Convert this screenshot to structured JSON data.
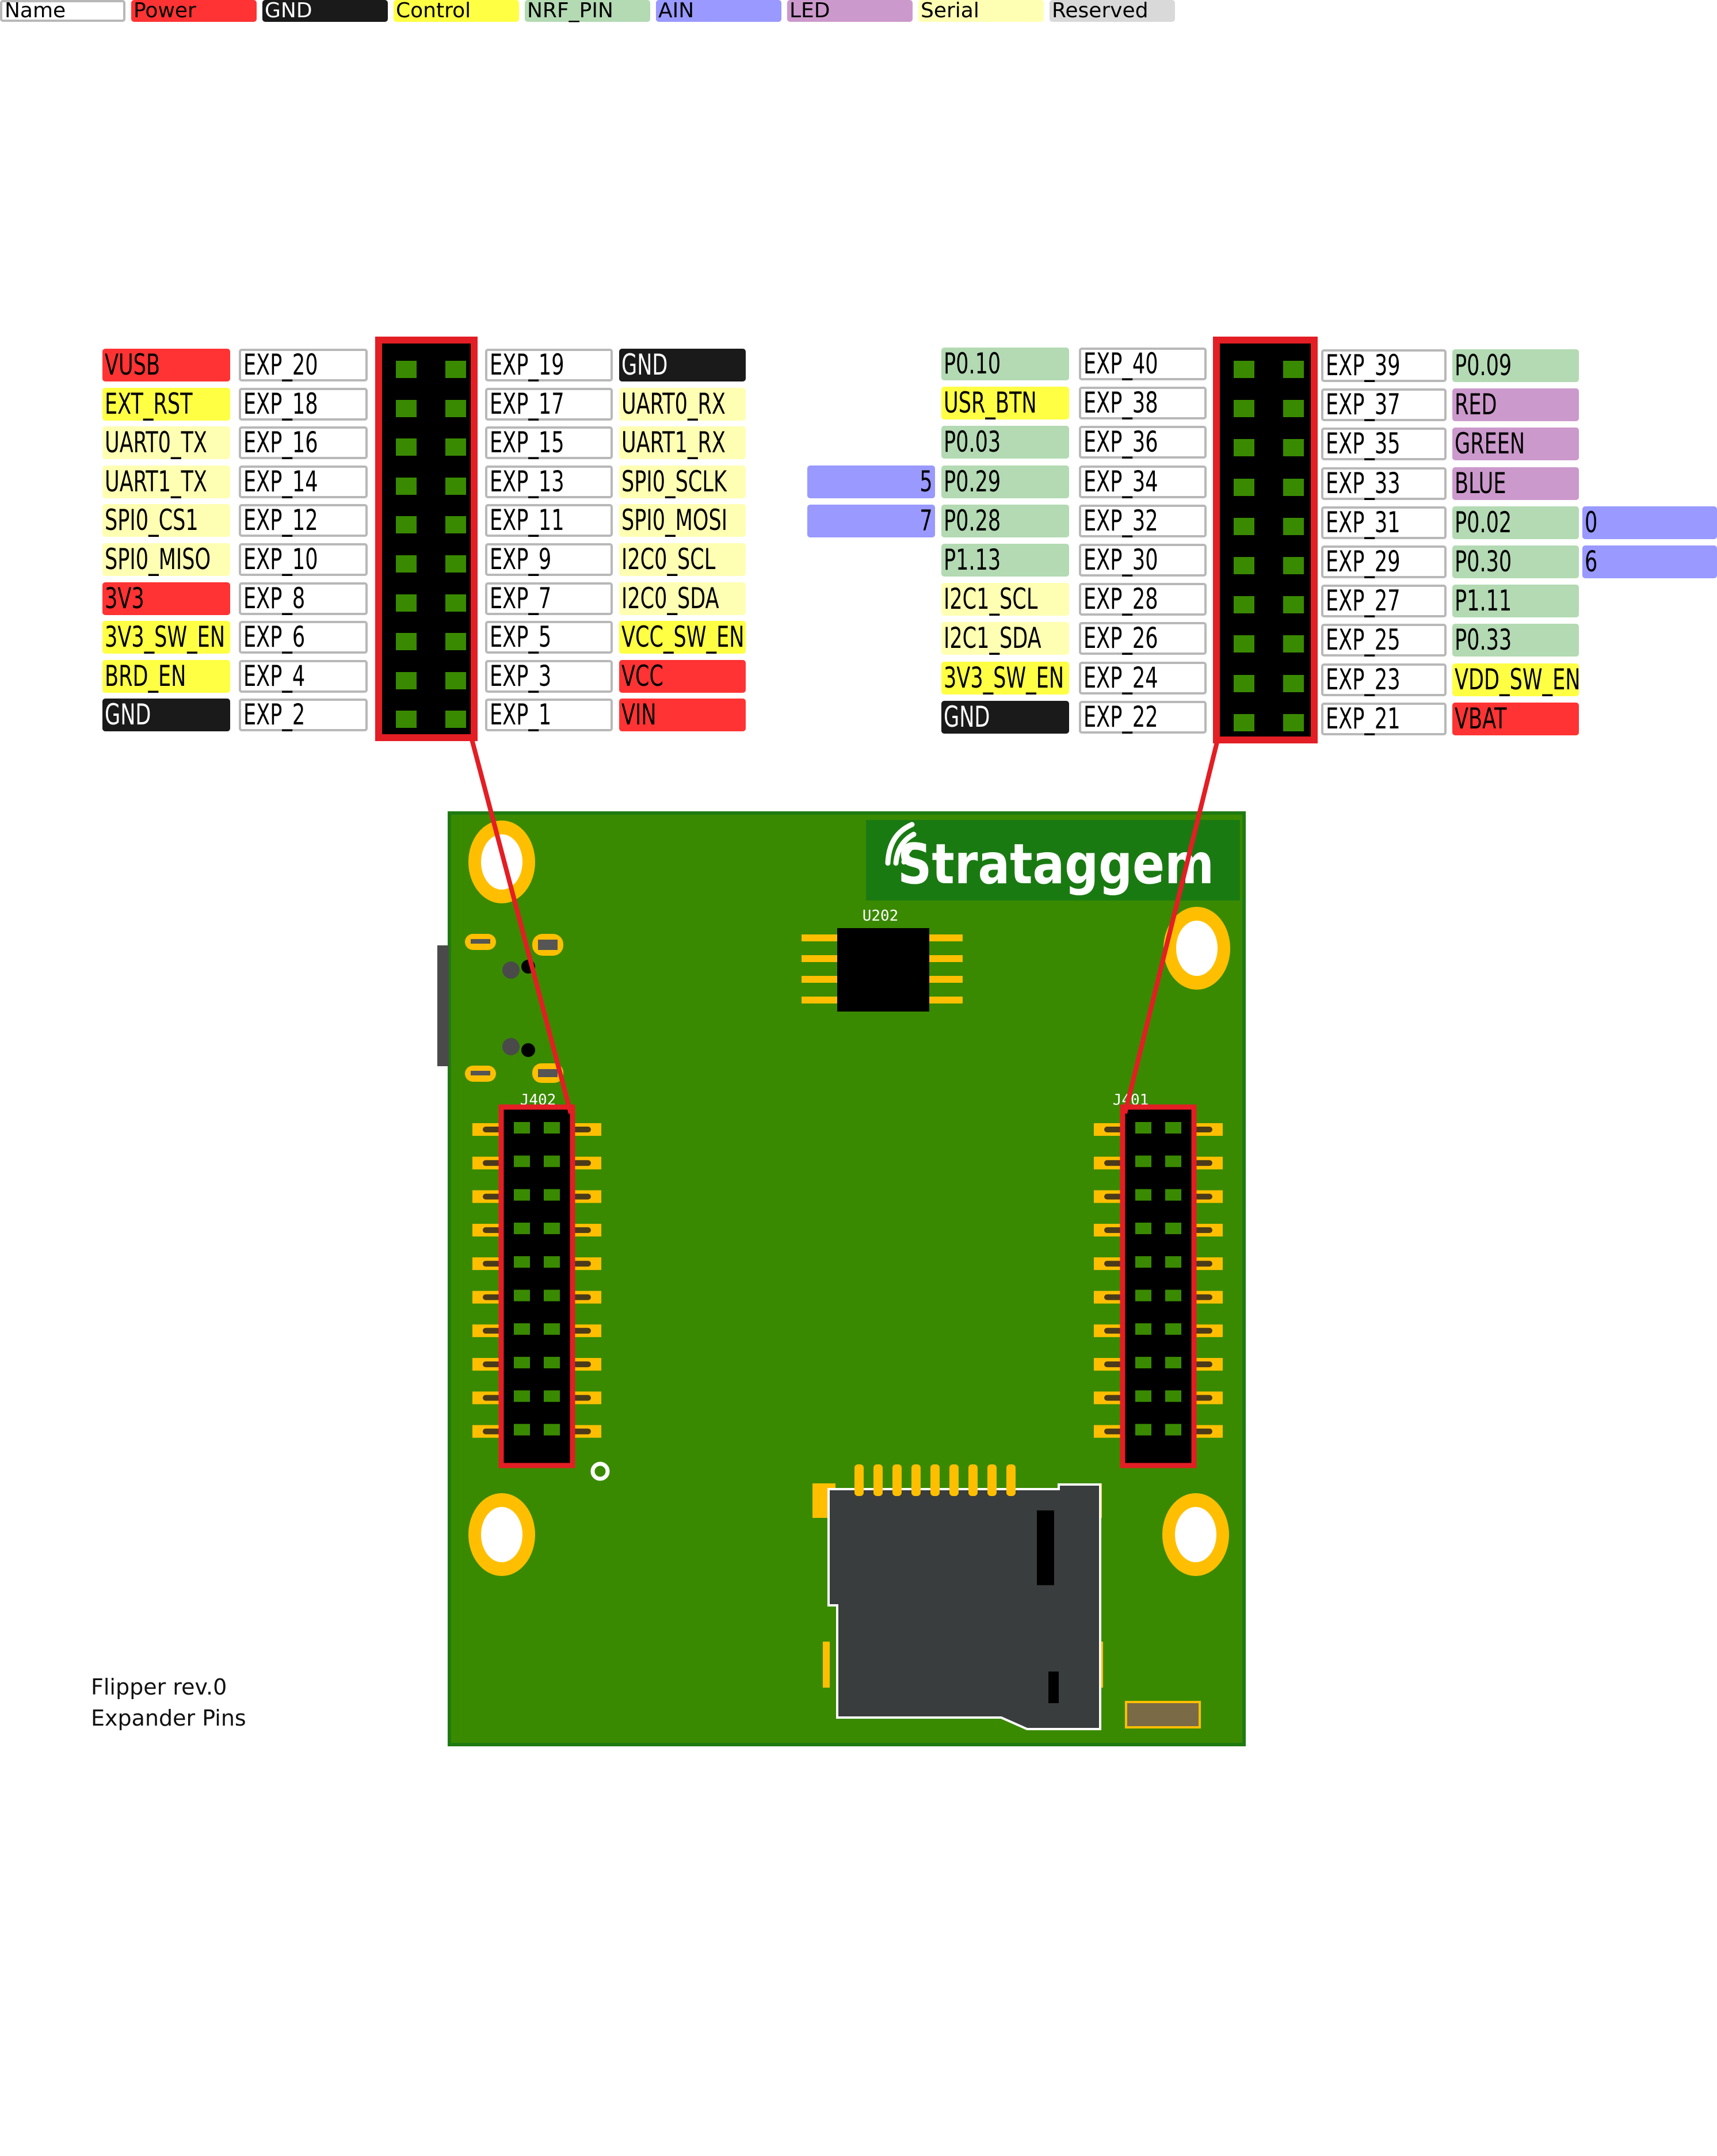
{
  "legend": [
    {
      "label": "Name",
      "bg": "#ffffff",
      "fg": "#000000",
      "border": "#b8b8b8"
    },
    {
      "label": "Power",
      "bg": "#ff3333",
      "fg": "#000000"
    },
    {
      "label": "GND",
      "bg": "#1a1a1a",
      "fg": "#ffffff"
    },
    {
      "label": "Control",
      "bg": "#ffff44",
      "fg": "#000000"
    },
    {
      "label": "NRF_PIN",
      "bg": "#b3dab3",
      "fg": "#000000"
    },
    {
      "label": "AIN",
      "bg": "#9999ff",
      "fg": "#000000"
    },
    {
      "label": "LED",
      "bg": "#cc99cc",
      "fg": "#000000"
    },
    {
      "label": "Serial",
      "bg": "#ffffb3",
      "fg": "#000000"
    },
    {
      "label": "Reserved",
      "bg": "#d9d9d9",
      "fg": "#000000"
    }
  ],
  "colors": {
    "power": "#ff3333",
    "gnd": "#1a1a1a",
    "control": "#ffff44",
    "nrf": "#b3dab3",
    "ain": "#9999ff",
    "led": "#cc99cc",
    "serial": "#ffffb3",
    "reserved": "#d9d9d9",
    "pcb_green": "#3a8a00",
    "header_red": "#e31e24",
    "pad_gold": "#ffbf00"
  },
  "left_header": {
    "name": "J402",
    "rows": [
      {
        "func_left": {
          "text": "VUSB",
          "type": "power"
        },
        "exp_left": "EXP_20",
        "exp_right": "EXP_19",
        "func_right": {
          "text": "GND",
          "type": "gnd"
        }
      },
      {
        "func_left": {
          "text": "EXT_RST",
          "type": "control"
        },
        "exp_left": "EXP_18",
        "exp_right": "EXP_17",
        "func_right": {
          "text": "UART0_RX",
          "type": "serial"
        }
      },
      {
        "func_left": {
          "text": "UART0_TX",
          "type": "serial"
        },
        "exp_left": "EXP_16",
        "exp_right": "EXP_15",
        "func_right": {
          "text": "UART1_RX",
          "type": "serial"
        }
      },
      {
        "func_left": {
          "text": "UART1_TX",
          "type": "serial"
        },
        "exp_left": "EXP_14",
        "exp_right": "EXP_13",
        "func_right": {
          "text": "SPI0_SCLK",
          "type": "serial"
        }
      },
      {
        "func_left": {
          "text": "SPI0_CS1",
          "type": "serial"
        },
        "exp_left": "EXP_12",
        "exp_right": "EXP_11",
        "func_right": {
          "text": "SPI0_MOSI",
          "type": "serial"
        }
      },
      {
        "func_left": {
          "text": "SPI0_MISO",
          "type": "serial"
        },
        "exp_left": "EXP_10",
        "exp_right": "EXP_9",
        "func_right": {
          "text": "I2C0_SCL",
          "type": "serial"
        }
      },
      {
        "func_left": {
          "text": "3V3",
          "type": "power"
        },
        "exp_left": "EXP_8",
        "exp_right": "EXP_7",
        "func_right": {
          "text": "I2C0_SDA",
          "type": "serial"
        }
      },
      {
        "func_left": {
          "text": "3V3_SW_EN",
          "type": "control"
        },
        "exp_left": "EXP_6",
        "exp_right": "EXP_5",
        "func_right": {
          "text": "VCC_SW_EN",
          "type": "control"
        }
      },
      {
        "func_left": {
          "text": "BRD_EN",
          "type": "control"
        },
        "exp_left": "EXP_4",
        "exp_right": "EXP_3",
        "func_right": {
          "text": "VCC",
          "type": "power"
        }
      },
      {
        "func_left": {
          "text": "GND",
          "type": "gnd"
        },
        "exp_left": "EXP_2",
        "exp_right": "EXP_1",
        "func_right": {
          "text": "VIN",
          "type": "power"
        }
      }
    ]
  },
  "right_header": {
    "name": "J401",
    "rows": [
      {
        "ain_left": null,
        "func_left": {
          "text": "P0.10",
          "type": "nrf"
        },
        "exp_left": "EXP_40",
        "exp_right": "EXP_39",
        "func_right": {
          "text": "P0.09",
          "type": "nrf"
        },
        "ain_right": null
      },
      {
        "ain_left": null,
        "func_left": {
          "text": "USR_BTN",
          "type": "control"
        },
        "exp_left": "EXP_38",
        "exp_right": "EXP_37",
        "func_right": {
          "text": "RED",
          "type": "led"
        },
        "ain_right": null
      },
      {
        "ain_left": null,
        "func_left": {
          "text": "P0.03",
          "type": "nrf"
        },
        "exp_left": "EXP_36",
        "exp_right": "EXP_35",
        "func_right": {
          "text": "GREEN",
          "type": "led"
        },
        "ain_right": null
      },
      {
        "ain_left": "5",
        "func_left": {
          "text": "P0.29",
          "type": "nrf"
        },
        "exp_left": "EXP_34",
        "exp_right": "EXP_33",
        "func_right": {
          "text": "BLUE",
          "type": "led"
        },
        "ain_right": null
      },
      {
        "ain_left": "7",
        "func_left": {
          "text": "P0.28",
          "type": "nrf"
        },
        "exp_left": "EXP_32",
        "exp_right": "EXP_31",
        "func_right": {
          "text": "P0.02",
          "type": "nrf"
        },
        "ain_right": "0"
      },
      {
        "ain_left": null,
        "func_left": {
          "text": "P1.13",
          "type": "nrf"
        },
        "exp_left": "EXP_30",
        "exp_right": "EXP_29",
        "func_right": {
          "text": "P0.30",
          "type": "nrf"
        },
        "ain_right": "6"
      },
      {
        "ain_left": null,
        "func_left": {
          "text": "I2C1_SCL",
          "type": "serial"
        },
        "exp_left": "EXP_28",
        "exp_right": "EXP_27",
        "func_right": {
          "text": "P1.11",
          "type": "nrf"
        },
        "ain_right": null
      },
      {
        "ain_left": null,
        "func_left": {
          "text": "I2C1_SDA",
          "type": "serial"
        },
        "exp_left": "EXP_26",
        "exp_right": "EXP_25",
        "func_right": {
          "text": "P0.33",
          "type": "nrf"
        },
        "ain_right": null
      },
      {
        "ain_left": null,
        "func_left": {
          "text": "3V3_SW_EN",
          "type": "control"
        },
        "exp_left": "EXP_24",
        "exp_right": "EXP_23",
        "func_right": {
          "text": "VDD_SW_EN",
          "type": "control"
        },
        "ain_right": null
      },
      {
        "ain_left": null,
        "func_left": {
          "text": "GND",
          "type": "gnd"
        },
        "exp_left": "EXP_22",
        "exp_right": "EXP_21",
        "func_right": {
          "text": "VBAT",
          "type": "power"
        },
        "ain_right": null
      }
    ]
  },
  "pcb": {
    "brand": "Strataggem",
    "ic_ref": "U202",
    "left_connector_ref": "J402",
    "right_connector_ref": "J401"
  },
  "caption": {
    "line1": "Flipper rev.0",
    "line2": "Expander Pins"
  }
}
